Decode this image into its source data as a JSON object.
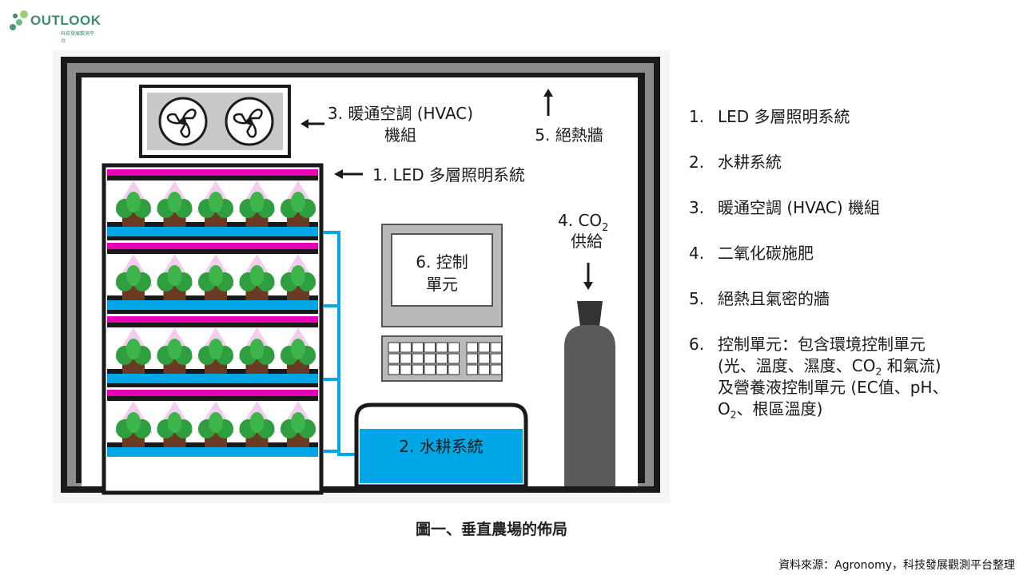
{
  "logo": {
    "text": "OUTLOOK",
    "subtitle": "科技發展觀測平台"
  },
  "diagram": {
    "labels": {
      "hvac_line1": "3. 暖通空調 (HVAC)",
      "hvac_line2": "機組",
      "insulated_wall": "5. 絕熱牆",
      "led": "1.  LED 多層照明系統",
      "co2_prefix": "4. CO",
      "co2_sub": "2",
      "co2_line2": "供給",
      "control_line1": "6. 控制",
      "control_line2": "單元",
      "hydroponics": "2. 水耕系統"
    },
    "shelf_count": 4,
    "plants_per_shelf": 5,
    "keyboard_rows": 3,
    "keyboard_cols": 9,
    "colors": {
      "wall_outer": "#1a1a1a",
      "wall_gray": "#8c8c8c",
      "led_light": "#e800b4",
      "water": "#00a6e6",
      "leaf": "#2e9e3e",
      "soil": "#6b3a22",
      "tank": "#5a5a5a",
      "monitor": "#b9b9b9"
    }
  },
  "legend": {
    "items": [
      {
        "num": "1.",
        "text": "LED 多層照明系統"
      },
      {
        "num": "2.",
        "text": "水耕系統"
      },
      {
        "num": "3.",
        "text": "暖通空調 (HVAC) 機組"
      },
      {
        "num": "4.",
        "text": "二氧化碳施肥"
      },
      {
        "num": "5.",
        "text": "絕熱且氣密的牆"
      }
    ],
    "item6": {
      "num": "6.",
      "line1": "控制單元：包含環境控制單元",
      "line2_prefix": "(光、溫度、濕度、CO",
      "line2_sub": "2",
      "line2_suffix": " 和氣流)",
      "line3": "及營養液控制單元 (EC值、pH、",
      "line4_prefix": "O",
      "line4_sub": "2",
      "line4_suffix": "、根區溫度)"
    }
  },
  "caption": "圖一、垂直農場的佈局",
  "source": "資料來源：Agronomy，科技發展觀測平台整理"
}
